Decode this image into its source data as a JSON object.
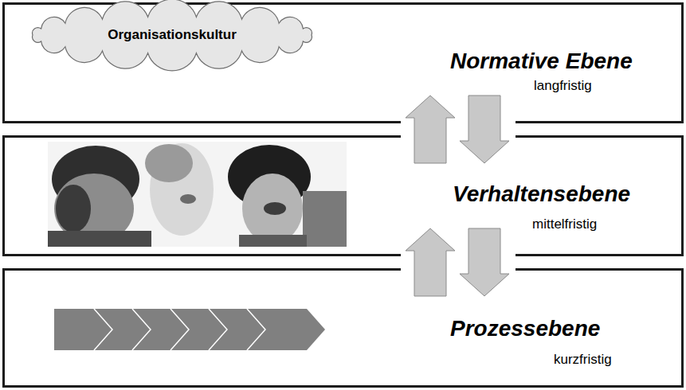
{
  "diagram": {
    "nodes": [
      {
        "text": [
          "Normative Ebene",
          "langfristig"
        ]
      },
      {
        "text": [
          "Organisationskultur"
        ],
        "in": 0
      },
      {
        "text": [
          "Verhaltensebene",
          "mittelfristig"
        ]
      },
      {
        "text": [
          "Prozessebene",
          "kurzfristig"
        ]
      }
    ],
    "edges": [
      {
        "from": 2,
        "to": 0,
        "arrow": "to"
      },
      {
        "from": 0,
        "to": 2,
        "arrow": "to"
      },
      {
        "from": 3,
        "to": 2,
        "arrow": "to"
      },
      {
        "from": 2,
        "to": 3,
        "arrow": "to"
      }
    ]
  }
}
